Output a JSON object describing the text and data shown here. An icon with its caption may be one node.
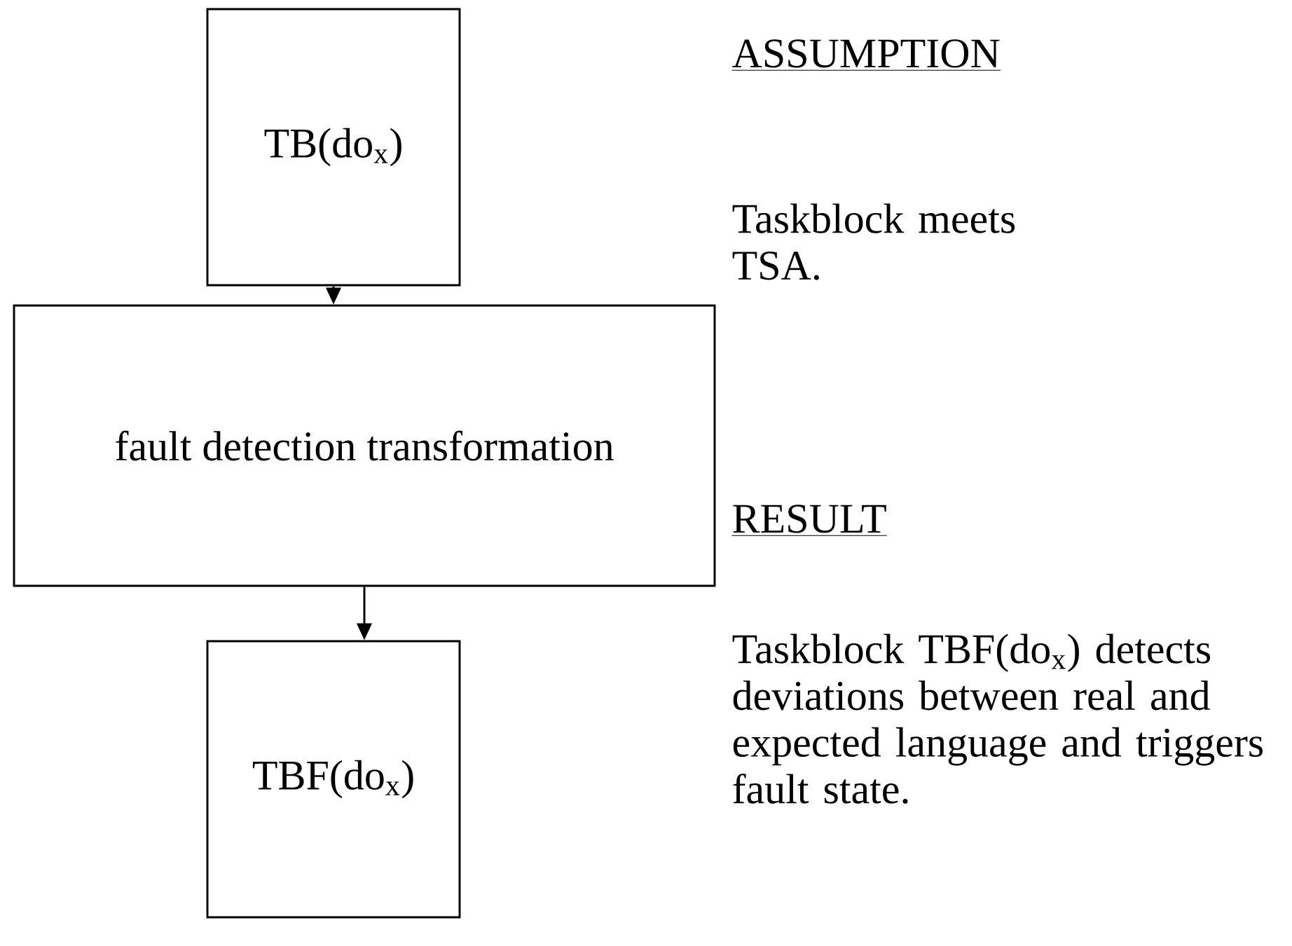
{
  "diagram": {
    "nodes": [
      {
        "text": [
          "TB(do$_{x}$)"
        ]
      },
      {
        "text": [
          "fault detection transformation"
        ]
      },
      {
        "text": [
          "TBF(do$_{x}$)"
        ]
      }
    ],
    "edges": [
      {
        "from": 0,
        "to": 1,
        "arrow": "to"
      },
      {
        "from": 1,
        "to": 2,
        "arrow": "to"
      }
    ],
    "labels": [
      "ASSUMPTION",
      "Taskblock meets TSA.",
      "RESULT",
      "Taskblock TBF(do$_{x}$) detects deviations between real and expected language and triggers fault state."
    ]
  }
}
